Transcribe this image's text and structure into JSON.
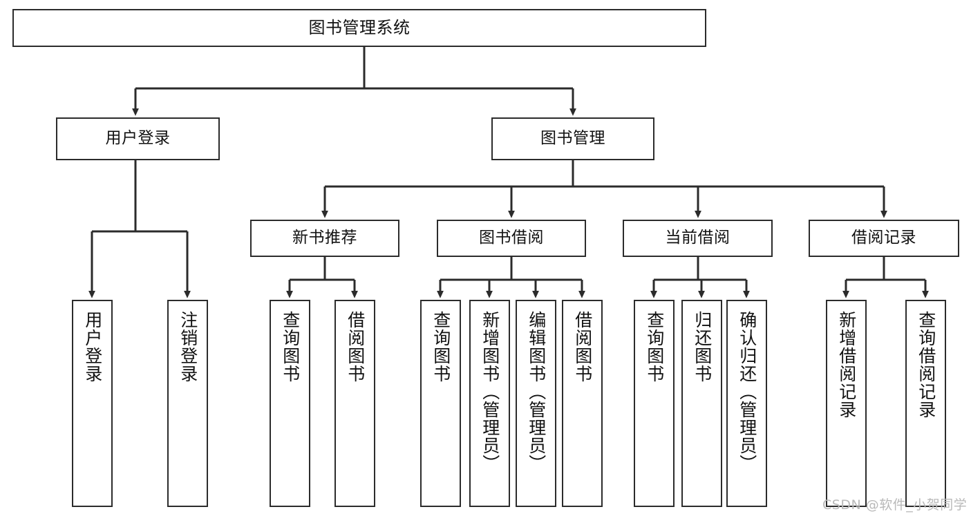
{
  "diagram": {
    "title": "图书管理系统",
    "type": "tree-hierarchy-diagram",
    "colors": {
      "box_border": "#2b2b2b",
      "box_fill": "#ffffff",
      "connector": "#2b2b2b",
      "text": "#111111",
      "watermark": "#b9b9b9",
      "background": "#ffffff"
    },
    "root": {
      "label": "图书管理系统"
    },
    "level1": [
      {
        "label": "用户登录"
      },
      {
        "label": "图书管理"
      }
    ],
    "level2": [
      {
        "label": "新书推荐"
      },
      {
        "label": "图书借阅"
      },
      {
        "label": "当前借阅"
      },
      {
        "label": "借阅记录"
      }
    ],
    "leaves": {
      "user_login": [
        {
          "label": "用户登录"
        },
        {
          "label": "注销登录"
        }
      ],
      "new_book_recommend": [
        {
          "label": "查询图书"
        },
        {
          "label": "借阅图书"
        }
      ],
      "book_borrow": [
        {
          "label": "查询图书"
        },
        {
          "label": "新增图书（管理员）"
        },
        {
          "label": "编辑图书（管理员）"
        },
        {
          "label": "借阅图书"
        }
      ],
      "current_borrow": [
        {
          "label": "查询图书"
        },
        {
          "label": "归还图书"
        },
        {
          "label": "确认归还（管理员）"
        }
      ],
      "borrow_record": [
        {
          "label": "新增借阅记录"
        },
        {
          "label": "查询借阅记录"
        }
      ]
    },
    "watermark": "CSDN @软件_小贺同学"
  }
}
